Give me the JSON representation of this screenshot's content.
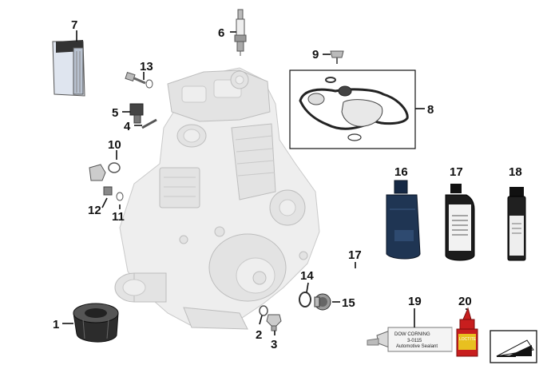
{
  "callouts": {
    "c1": "1",
    "c2": "2",
    "c3": "3",
    "c4": "4",
    "c5": "5",
    "c6": "6",
    "c7": "7",
    "c8": "8",
    "c9": "9",
    "c10": "10",
    "c11": "11",
    "c12": "12",
    "c13": "13",
    "c14": "14",
    "c15": "15",
    "c16": "16",
    "c17a": "17",
    "c17b": "17",
    "c18": "18",
    "c19": "19",
    "c20": "20"
  },
  "product_labels": {
    "sealant_brand": "DOW CORNING",
    "sealant_code": "3-0115",
    "sealant_desc": "Automotive Sealant",
    "threadlock_brand": "LOCTITE"
  },
  "colors": {
    "oil_bottle": "#1f3553",
    "coolant_bottle": "#1c1c1c",
    "spray_can": "#202020",
    "threadlock": "#c81e1e",
    "ghost_engine": "#eeeeee"
  },
  "icons": {
    "orientation": "sheet-arrow-icon"
  }
}
